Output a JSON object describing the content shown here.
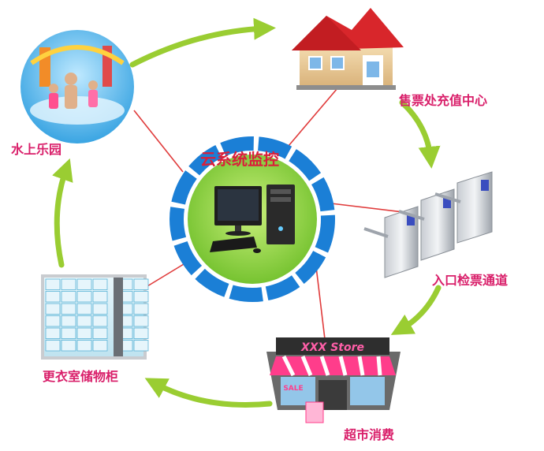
{
  "center": {
    "title": "云系统监控"
  },
  "nodes": {
    "water_park": {
      "label": "水上乐园"
    },
    "ticket_office": {
      "label": "售票处充值中心"
    },
    "entrance_gate": {
      "label": "入口检票通道"
    },
    "supermarket": {
      "label": "超市消费",
      "sign": "XXX Store",
      "awning_text": "SALE"
    },
    "locker": {
      "label": "更衣室储物柜"
    }
  },
  "colors": {
    "flow_arrow": "#9acd32",
    "connector": "#e03b3b",
    "label": "#d91f6a",
    "ring_blue": "#1b7fd6",
    "hub_green": "#8ccf3c"
  }
}
